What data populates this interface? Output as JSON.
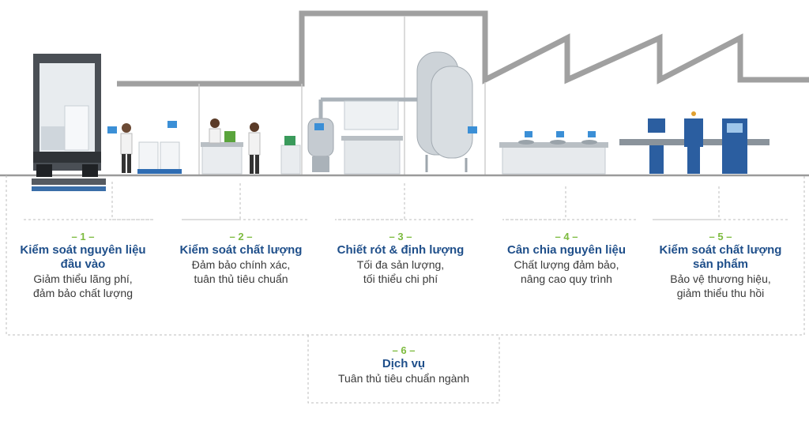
{
  "colors": {
    "accent_green": "#7dbb3f",
    "title_blue": "#1f4f8a",
    "text_gray": "#3a3a3a",
    "building_gray": "#9a9a9a",
    "dashed_gray": "#bdbdbd"
  },
  "steps": [
    {
      "num": "– 1 –",
      "title_lines": [
        "Kiểm soát nguyên liệu",
        "đầu vào"
      ],
      "desc_lines": [
        "Giảm thiểu lãng phí,",
        "đảm bảo chất lượng"
      ]
    },
    {
      "num": "– 2 –",
      "title_lines": [
        "Kiểm soát chất lượng"
      ],
      "desc_lines": [
        "Đảm bảo chính xác,",
        "tuân thủ tiêu chuẩn"
      ]
    },
    {
      "num": "– 3 –",
      "title_lines": [
        "Chiết rót & định lượng"
      ],
      "desc_lines": [
        "Tối đa sản lượng,",
        "tối thiểu chi phí"
      ]
    },
    {
      "num": "– 4 –",
      "title_lines": [
        "Cân chia nguyên liệu"
      ],
      "desc_lines": [
        "Chất lượng đảm bảo,",
        "nâng cao quy trình"
      ]
    },
    {
      "num": "– 5 –",
      "title_lines": [
        "Kiểm soát chất lượng",
        "sản phẩm"
      ],
      "desc_lines": [
        "Bảo vệ thương hiệu,",
        "giảm thiểu thu hồi"
      ]
    },
    {
      "num": "– 6 –",
      "title_lines": [
        "Dịch vụ"
      ],
      "desc_lines": [
        "Tuân thủ tiêu chuẩn ngành"
      ]
    }
  ],
  "icons": [
    "truck-icon",
    "worker-icon",
    "pallet-icon",
    "lab-technician-icon",
    "filling-machine-icon",
    "storage-tank-icon",
    "weighing-station-icon",
    "checkweigher-icon"
  ]
}
